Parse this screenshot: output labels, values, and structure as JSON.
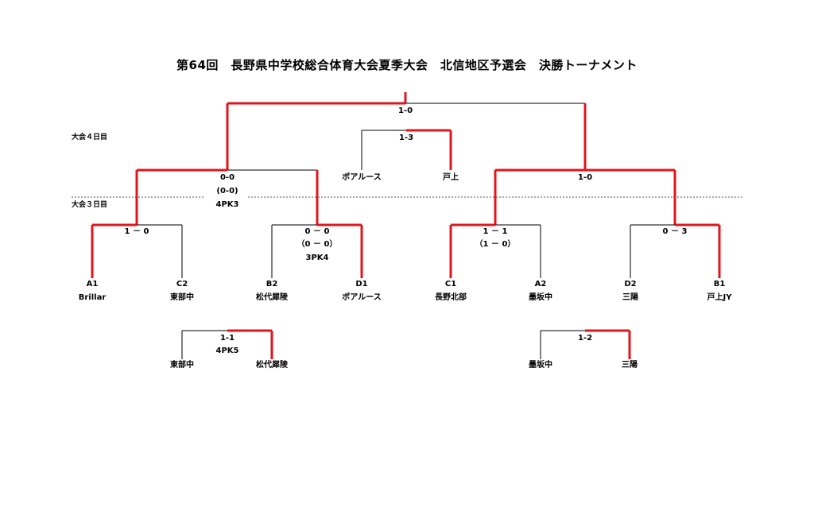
{
  "title": "第64回　長野県中学校総合体育大会夏季大会　北信地区予選会　決勝トーナメント",
  "day_labels": {
    "day4": "大会４日目",
    "day3": "大会３日目"
  },
  "colors": {
    "winner_line": "#e0161c",
    "loser_line": "#000000",
    "divider": "#555555"
  },
  "first_round": {
    "seeds": [
      "A1",
      "C2",
      "B2",
      "D1",
      "C1",
      "A2",
      "D2",
      "B1"
    ],
    "teams": [
      "Brillar",
      "東部中",
      "松代犀陵",
      "ポアルース",
      "長野北部",
      "墨坂中",
      "三陽",
      "戸上JY"
    ],
    "scores": {
      "m1": [
        "1 － 0"
      ],
      "m2": [
        "0 － 0",
        "（0 － 0）",
        "3PK4"
      ],
      "m3": [
        "1 － 1",
        "（1 － 0）"
      ],
      "m4": [
        "0 － 3"
      ]
    }
  },
  "semifinals": {
    "left": [
      "0-0",
      "(0-0)",
      "4PK3"
    ],
    "right": [
      "1-0"
    ]
  },
  "third_place": {
    "teams": [
      "ポアルース",
      "戸上"
    ],
    "score": "1-3"
  },
  "final": {
    "score": "1-0"
  },
  "playoffs": [
    {
      "teams": [
        "東部中",
        "松代犀陵"
      ],
      "scores": [
        "1-1",
        "4PK5"
      ]
    },
    {
      "teams": [
        "墨坂中",
        "三陽"
      ],
      "scores": [
        "1-2"
      ]
    }
  ]
}
